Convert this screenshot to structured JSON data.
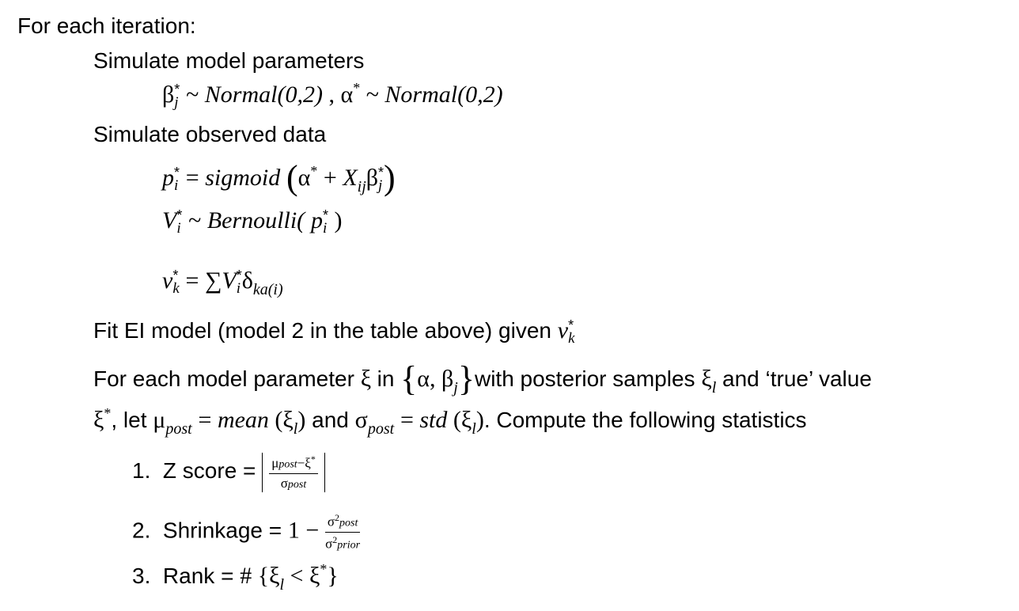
{
  "algorithm": {
    "heading": "For each iteration:",
    "step_simulate_params": "Simulate model parameters",
    "param_dist_beta": "Normal(0,2)",
    "param_dist_alpha": "Normal(0,2)",
    "step_simulate_data": "Simulate observed data",
    "eq_p_fn": "sigmoid",
    "eq_v_fn": "Bernoulli(",
    "eq_sum_sub": "ka(i)",
    "step_fit": "Fit EI model (model 2 in the table above) given",
    "step_for_each_a": "For each model parameter",
    "step_for_each_in": "in",
    "step_for_each_b": "with posterior samples",
    "step_for_each_c": "and ‘true’ value",
    "let_text": ", let",
    "mean_fn": "mean",
    "and_text": "and",
    "std_fn": "std",
    "compute_text": ". Compute the following statistics",
    "stats": [
      {
        "number": "1.",
        "label": "Z score ="
      },
      {
        "number": "2.",
        "label": "Shrinkage ="
      },
      {
        "number": "3.",
        "label": "Rank ="
      }
    ],
    "sub_post": "post",
    "sub_prior": "prior"
  }
}
